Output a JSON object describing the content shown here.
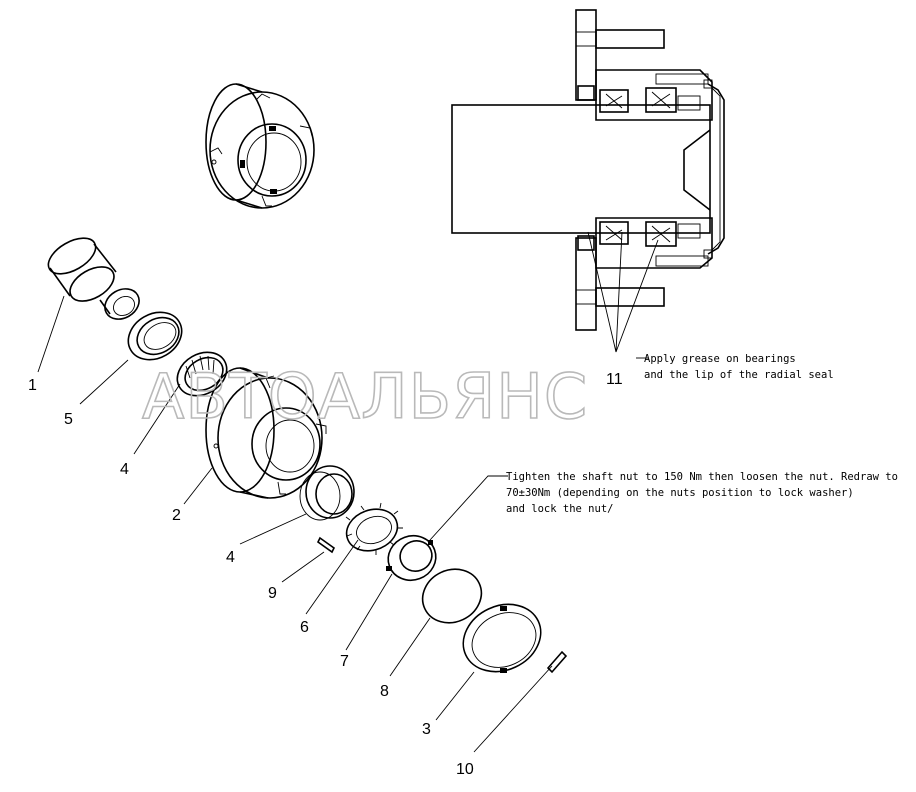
{
  "watermark": "АВТОАЛЬЯНС",
  "notes": {
    "grease_line1": "Apply grease on bearings",
    "grease_line2": "and the lip of the radial seal",
    "nut_line1": "Tighten the shaft nut to 150 Nm then loosen the nut. Redraw to",
    "nut_line2": "70±30Nm (depending on the nuts position to lock washer)",
    "nut_line3": "and lock the nut/"
  },
  "callouts": {
    "c1": "1",
    "c2": "2",
    "c3": "3",
    "c4a": "4",
    "c4b": "4",
    "c5": "5",
    "c6": "6",
    "c7": "7",
    "c8": "8",
    "c9": "9",
    "c10": "10",
    "c11": "11"
  }
}
